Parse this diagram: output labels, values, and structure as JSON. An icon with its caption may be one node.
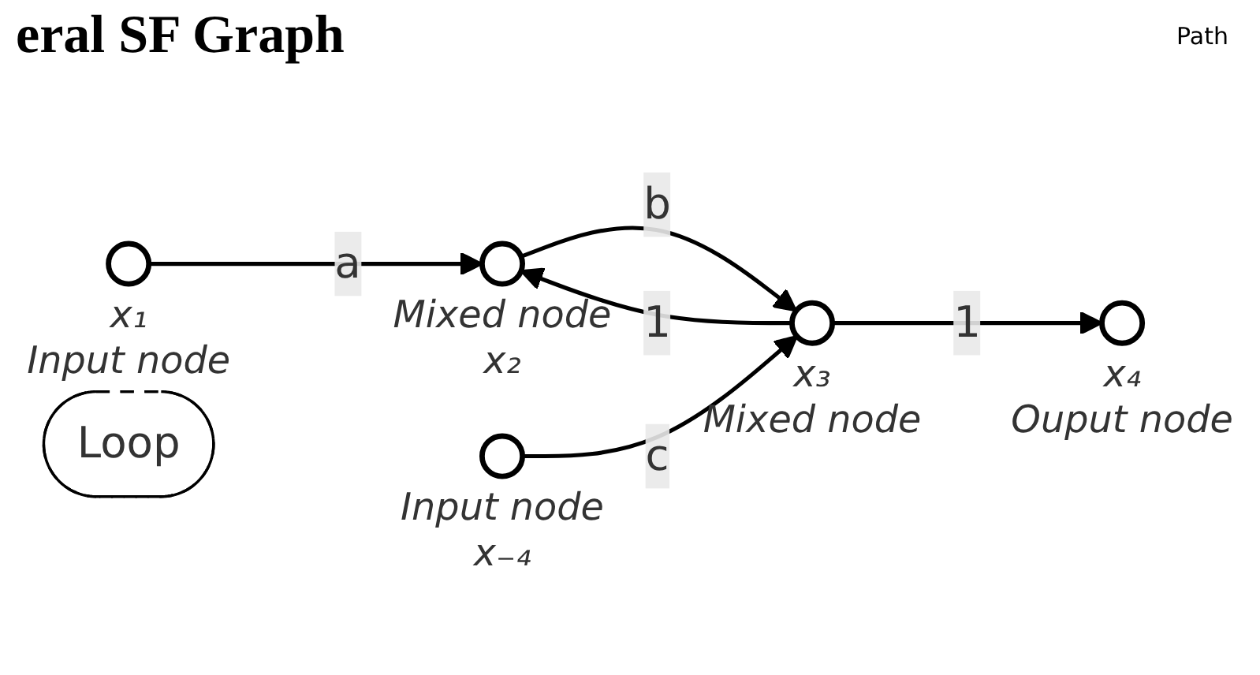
{
  "diagram": {
    "title": "eral SF Graph",
    "nodes": [
      {
        "text": [],
        "shape": "circle",
        "beside": [
          "x₁",
          "Input node"
        ]
      },
      {
        "text": [],
        "shape": "circle",
        "beside": [
          "Mixed node",
          "x₂"
        ]
      },
      {
        "text": [],
        "shape": "circle",
        "beside": [
          "x₃",
          "Mixed node"
        ]
      },
      {
        "text": [],
        "shape": "circle",
        "beside": [
          "Input node",
          "x₋₄"
        ]
      },
      {
        "text": [],
        "shape": "circle",
        "beside": [
          "x₄",
          "Ouput node"
        ]
      },
      {
        "text": [
          "Loop"
        ]
      }
    ],
    "edges": [
      {
        "from": 0,
        "to": 1,
        "arrow": "to",
        "label": "a"
      },
      {
        "from": 1,
        "to": 2,
        "arrow": "to",
        "label": "b"
      },
      {
        "from": 3,
        "to": 2,
        "arrow": "to",
        "label": "c"
      },
      {
        "from": 2,
        "to": 4,
        "arrow": "to",
        "label": "1"
      },
      {
        "from": 2,
        "to": 1,
        "arrow": "to",
        "label": "1"
      }
    ],
    "labels": [
      "Path"
    ]
  }
}
